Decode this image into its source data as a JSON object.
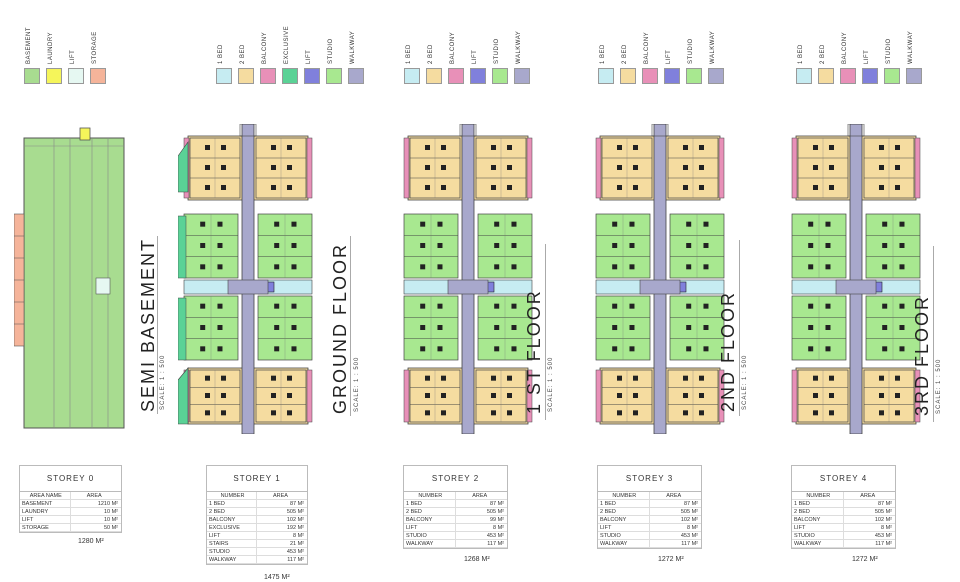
{
  "legends": [
    {
      "items": [
        {
          "label": "Basement",
          "color": "#a8dc90"
        },
        {
          "label": "Laundry",
          "color": "#f5f55a"
        },
        {
          "label": "Lift",
          "color": "#e6f8f2"
        },
        {
          "label": "Storage",
          "color": "#f5b49a"
        }
      ]
    },
    {
      "items": [
        {
          "label": "1 bed",
          "color": "#c6ecf2"
        },
        {
          "label": "2 bed",
          "color": "#f5dca0"
        },
        {
          "label": "Balcony",
          "color": "#e890b8"
        },
        {
          "label": "Exclusive",
          "color": "#5ad296"
        },
        {
          "label": "Lift",
          "color": "#8080dc"
        },
        {
          "label": "Studio",
          "color": "#a8e890"
        },
        {
          "label": "Walkway",
          "color": "#a8a8cc"
        }
      ]
    },
    {
      "items": [
        {
          "label": "1 bed",
          "color": "#c6ecf2"
        },
        {
          "label": "2 bed",
          "color": "#f5dca0"
        },
        {
          "label": "Balcony",
          "color": "#e890b8"
        },
        {
          "label": "Lift",
          "color": "#8080dc"
        },
        {
          "label": "Studio",
          "color": "#a8e890"
        },
        {
          "label": "Walkway",
          "color": "#a8a8cc"
        }
      ]
    },
    {
      "items": [
        {
          "label": "1 bed",
          "color": "#c6ecf2"
        },
        {
          "label": "2 bed",
          "color": "#f5dca0"
        },
        {
          "label": "Balcony",
          "color": "#e890b8"
        },
        {
          "label": "Lift",
          "color": "#8080dc"
        },
        {
          "label": "Studio",
          "color": "#a8e890"
        },
        {
          "label": "Walkway",
          "color": "#a8a8cc"
        }
      ]
    },
    {
      "items": [
        {
          "label": "1 bed",
          "color": "#c6ecf2"
        },
        {
          "label": "2 bed",
          "color": "#f5dca0"
        },
        {
          "label": "Balcony",
          "color": "#e890b8"
        },
        {
          "label": "Lift",
          "color": "#8080dc"
        },
        {
          "label": "Studio",
          "color": "#a8e890"
        },
        {
          "label": "Walkway",
          "color": "#a8a8cc"
        }
      ]
    }
  ],
  "floors": [
    {
      "title": "Semi Basement",
      "scale": "Scale: 1 : 500"
    },
    {
      "title": "Ground floor",
      "scale": "Scale: 1 : 500"
    },
    {
      "title": "1 st floor",
      "scale": "Scale: 1 : 500"
    },
    {
      "title": "2nd floor",
      "scale": "Scale: 1 : 500"
    },
    {
      "title": "3rd floor",
      "scale": "Scale: 1 : 500"
    }
  ],
  "tables": [
    {
      "title": "Storey 0",
      "col1": "Area name",
      "col2": "Area",
      "rows": [
        [
          "Basement",
          "1210 m²"
        ],
        [
          "Laundry",
          "10 m²"
        ],
        [
          "Lift",
          "10 m²"
        ],
        [
          "Storage",
          "50 m²"
        ]
      ],
      "total": "1280 m²"
    },
    {
      "title": "Storey 1",
      "col1": "Number",
      "col2": "Area",
      "rows": [
        [
          "1 bed",
          "87 m²"
        ],
        [
          "2 bed",
          "505 m²"
        ],
        [
          "Balcony",
          "102 m²"
        ],
        [
          "Exclusive",
          "192 m²"
        ],
        [
          "Lift",
          "8 m²"
        ],
        [
          "Stairs",
          "21 m²"
        ],
        [
          "Studio",
          "453 m²"
        ],
        [
          "Walkway",
          "117 m²"
        ]
      ],
      "total": "1475 m²"
    },
    {
      "title": "Storey 2",
      "col1": "Number",
      "col2": "Area",
      "rows": [
        [
          "1 bed",
          "87 m²"
        ],
        [
          "2 bed",
          "505 m²"
        ],
        [
          "Balcony",
          "99 m²"
        ],
        [
          "Lift",
          "8 m²"
        ],
        [
          "Studio",
          "453 m²"
        ],
        [
          "Walkway",
          "117 m²"
        ]
      ],
      "total": "1268 m²"
    },
    {
      "title": "Storey 3",
      "col1": "Number",
      "col2": "Area",
      "rows": [
        [
          "1 bed",
          "87 m²"
        ],
        [
          "2 bed",
          "505 m²"
        ],
        [
          "Balcony",
          "102 m²"
        ],
        [
          "Lift",
          "8 m²"
        ],
        [
          "Studio",
          "453 m²"
        ],
        [
          "Walkway",
          "117 m²"
        ]
      ],
      "total": "1272 m²"
    },
    {
      "title": "Storey 4",
      "col1": "Number",
      "col2": "Area",
      "rows": [
        [
          "1 bed",
          "87 m²"
        ],
        [
          "2 bed",
          "505 m²"
        ],
        [
          "Balcony",
          "102 m²"
        ],
        [
          "Lift",
          "8 m²"
        ],
        [
          "Studio",
          "453 m²"
        ],
        [
          "Walkway",
          "117 m²"
        ]
      ],
      "total": "1272 m²"
    }
  ]
}
